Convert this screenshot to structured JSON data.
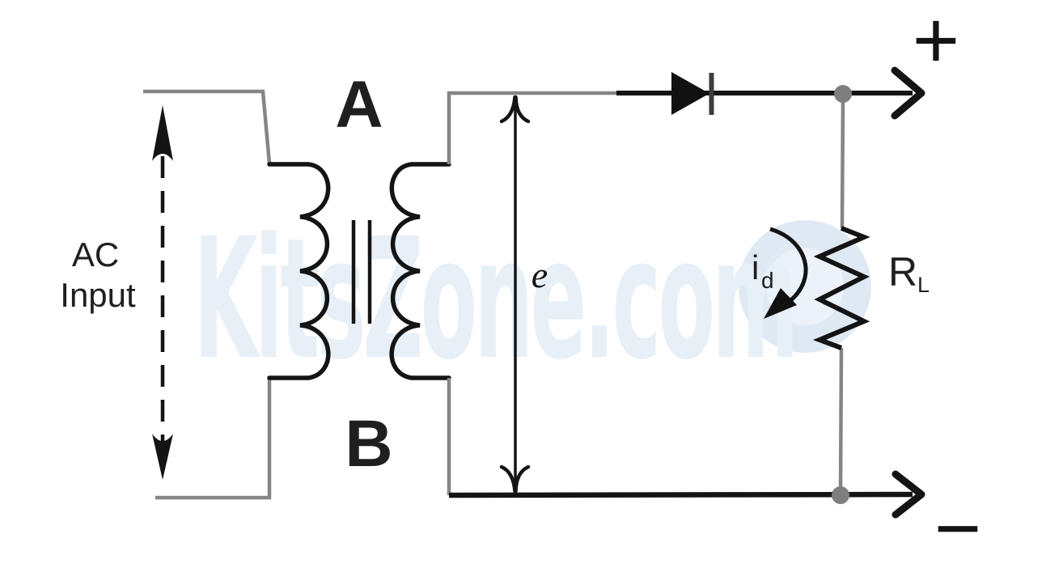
{
  "diagram": {
    "type": "half-wave-rectifier-circuit",
    "labels": {
      "ac_line1": "AC",
      "ac_line2": "Input",
      "point_a": "A",
      "point_b": "B",
      "emf": "e",
      "current_base": "i",
      "current_sub": "d",
      "resistor_base": "R",
      "resistor_sub": "L",
      "plus": "+",
      "minus": "−"
    },
    "watermark": {
      "text": "KitsZone.com",
      "color": "#e7eff7",
      "logo_circle_color": "#dfe9f4"
    },
    "colors": {
      "wire_gray": "#858585",
      "wire_black": "#141414",
      "junction_dot": "#7e7e7e",
      "diode_plate": "#3d3d3d",
      "label_text": "#1f1f1f"
    }
  }
}
